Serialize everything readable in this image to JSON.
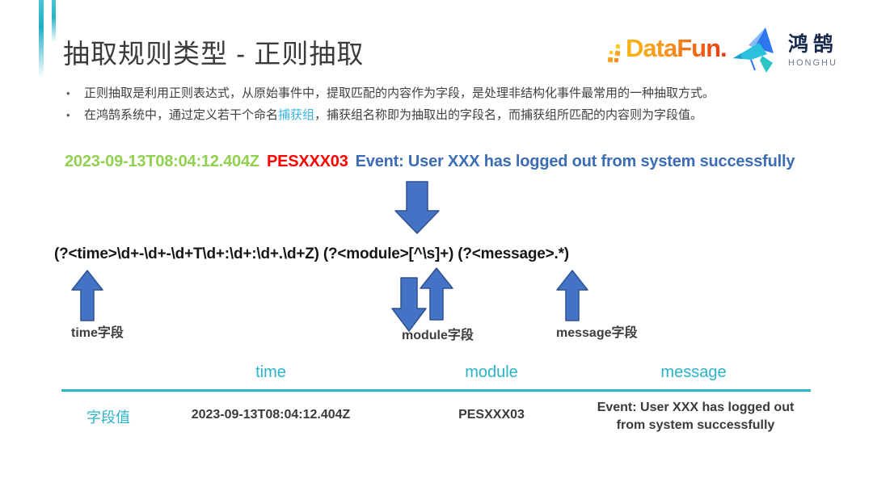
{
  "colors": {
    "accent_teal": "#2ab3c9",
    "link_blue": "#3bb4e7",
    "log_green": "#92d050",
    "log_red": "#fe0000",
    "log_blue": "#3c6cb4",
    "arrow_fill": "#4472c4",
    "arrow_stroke": "#2f528f",
    "text_dark": "#3b3b3b",
    "datafun_orange": "#f7941e",
    "datafun_red": "#e8380d",
    "honghu_navy": "#16294d"
  },
  "header": {
    "title": "抽取规则类型 - 正则抽取",
    "datafun_logo_text": "DataFun.",
    "honghu_logo_cn": "鸿鹄",
    "honghu_logo_en": "HONGHU"
  },
  "bullets": {
    "dot": "•",
    "item1": "正则抽取是利用正则表达式，从原始事件中，提取匹配的内容作为字段，是处理非结构化事件最常用的一种抽取方式。",
    "item2_before": "在鸿鹄系统中，通过定义若干个命名",
    "item2_highlight": "捕获组",
    "item2_after": "，捕获组名称即为抽取出的字段名，而捕获组所匹配的内容则为字段值。"
  },
  "log_line": {
    "time": "2023-09-13T08:04:12.404Z",
    "module": "PESXXX03",
    "message": "Event: User XXX has logged out from system successfully"
  },
  "regex_pattern": "(?<time>\\d+-\\d+-\\d+T\\d+:\\d+:\\d+.\\d+Z) (?<module>[^\\s]+) (?<message>.*)",
  "annotations": {
    "time_label": "time字段",
    "module_label": "module字段",
    "message_label": "message字段"
  },
  "table": {
    "columns": [
      "time",
      "module",
      "message"
    ],
    "row_label": "字段值",
    "values": {
      "time": "2023-09-13T08:04:12.404Z",
      "module": "PESXXX03",
      "message": "Event: User XXX has logged out from system successfully"
    }
  }
}
